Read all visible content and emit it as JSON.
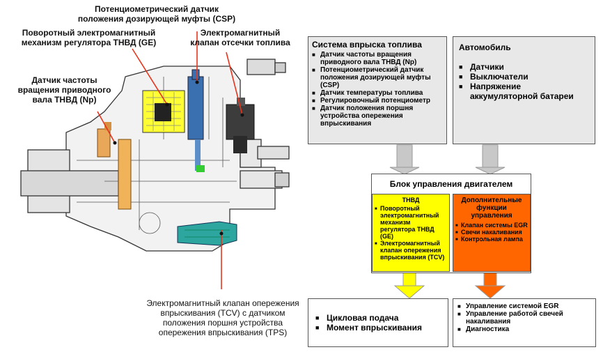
{
  "labels": {
    "csp": "Потенциометрический датчик положения дозирующей муфты (CSP)",
    "ge": "Поворотный электромагнитный механизм регулятора ТНВД (GE)",
    "shutoff": "Электромагнитный клапан отсечки топлива",
    "np": "Датчик частоты вращения приводного вала ТНВД (Np)",
    "tcv": "Электромагнитный клапан опережения впрыскивания (TCV) с датчиком положения поршня устройства опережения впрыскивания (TPS)"
  },
  "fuel_system": {
    "title": "Система впрыска топлива",
    "items": [
      "Датчик частоты вращения приводного вала ТНВД (Np)",
      "Потенциометрический датчик положения дозирующей муфты (CSP)",
      "Датчик температуры топлива",
      "Регулировочный потенциометр",
      "Датчик положения поршня устройства опережения впрыскивания"
    ]
  },
  "vehicle": {
    "title": "Автомобиль",
    "items": [
      "Датчики",
      "Выключатели",
      "Напряжение аккумуляторной батареи"
    ]
  },
  "ecu": {
    "title": "Блок управления двигателем"
  },
  "pump": {
    "title": "ТНВД",
    "items": [
      "Поворотный электромагнитный механизм регулятора ТНВД (GE)",
      "Электромагнитный клапан опережения впрыскивания (TCV)"
    ]
  },
  "extra": {
    "title": "Дополнительные функции управления",
    "items": [
      "Клапан системы EGR",
      "Свечи накаливания",
      "Контрольная лампа"
    ]
  },
  "output_left": {
    "items": [
      "Цикловая подача",
      "Момент впрыскивания"
    ]
  },
  "output_right": {
    "items": [
      "Управление системой EGR",
      "Управление работой свечей накаливания",
      "Диагностика"
    ]
  },
  "colors": {
    "yellow": "#ffff00",
    "orange": "#ff6600",
    "red_leader": "#e8341c",
    "arrow_gray": "#cfcfcf",
    "tcv_teal": "#2ea6a0",
    "np_orange": "#e9a75a"
  }
}
